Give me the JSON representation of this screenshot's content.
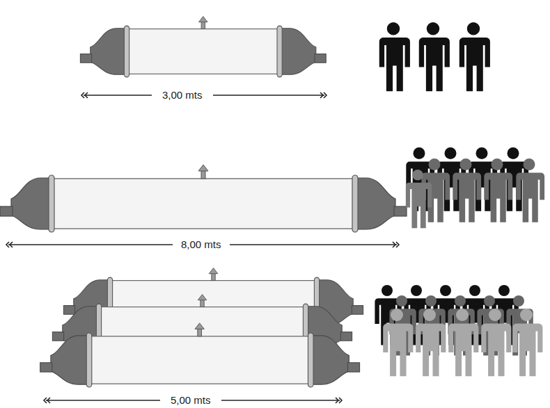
{
  "diagram": {
    "labels": [
      "3,00 mts",
      "8,00 mts",
      "5,00 mts"
    ]
  }
}
